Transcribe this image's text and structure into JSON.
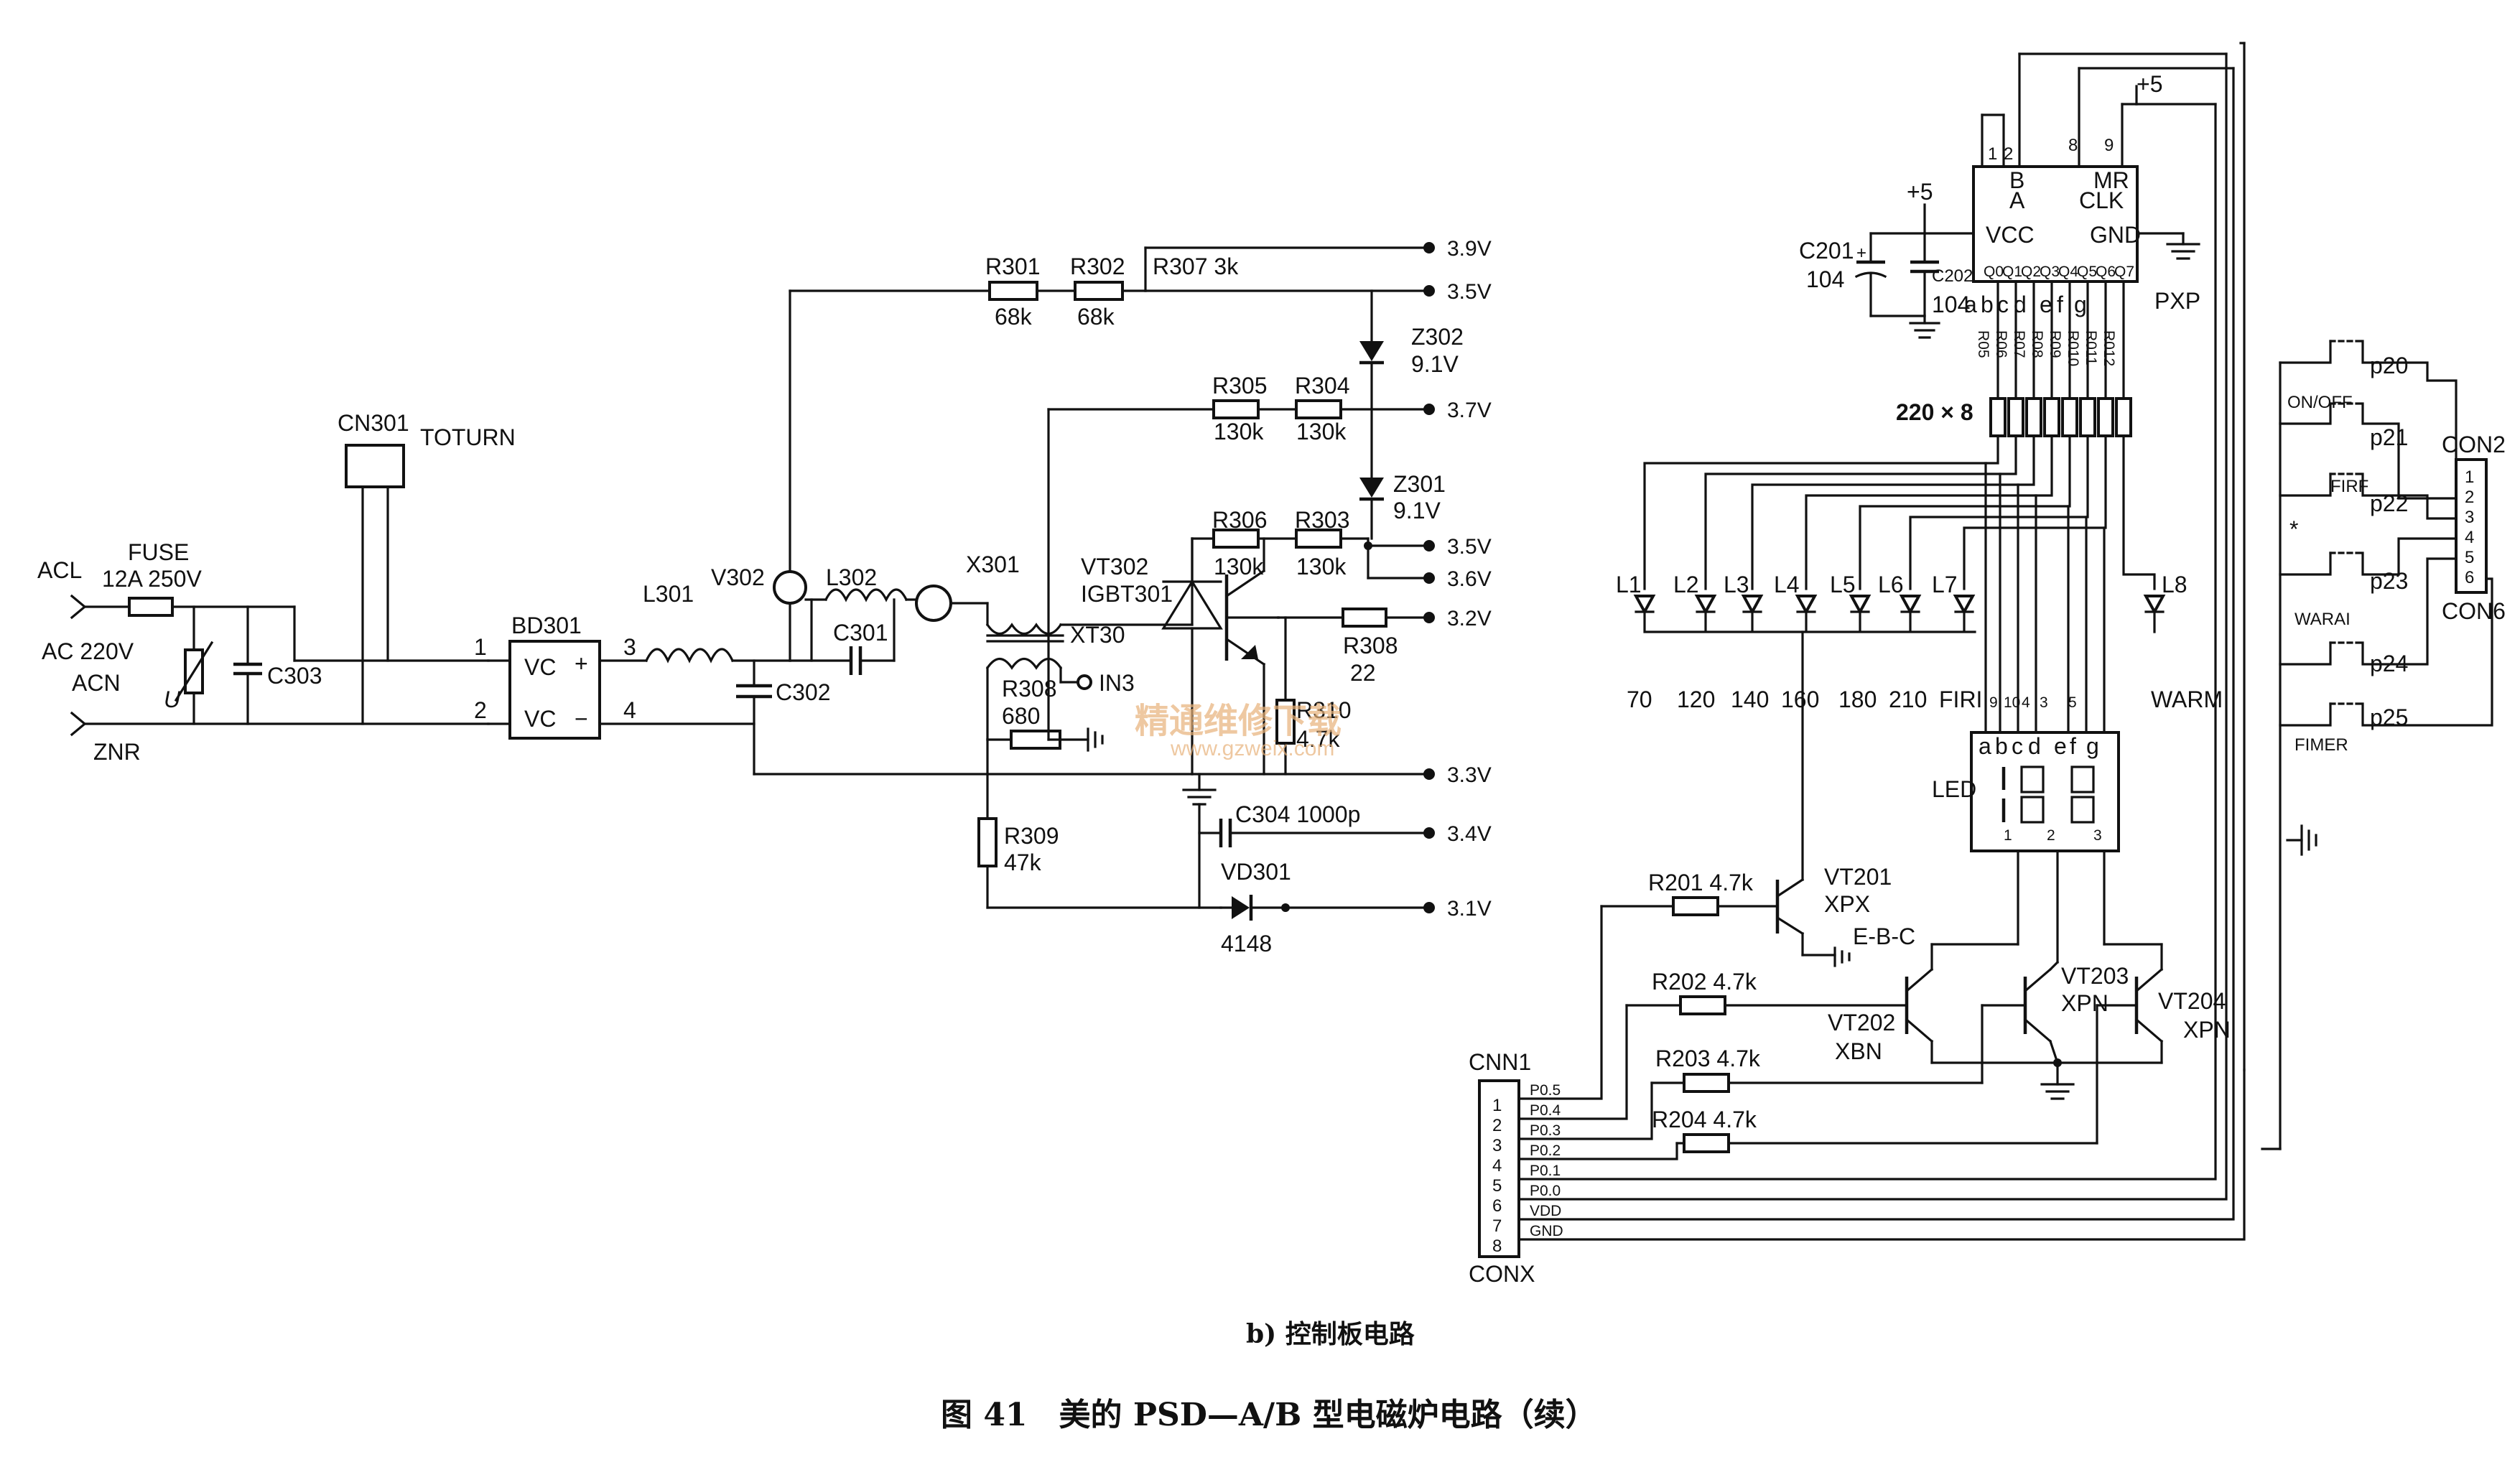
{
  "captions": {
    "sub": "b) 控制板电路",
    "main": "图 41　美的 PSD—A/B 型电磁炉电路（续）"
  },
  "watermark": {
    "cn": "精通维修下载",
    "url": "www.gzweix.com"
  },
  "labels": {
    "acl": "ACL",
    "ac220": "AC 220V",
    "acn": "ACN",
    "znr": "ZNR",
    "fuse": "FUSE",
    "fuse_val": "12A 250V",
    "c303": "C303",
    "cn301": "CN301",
    "toturn": "TOTURN",
    "bd301": "BD301",
    "vc1": "VC",
    "vc2": "VC",
    "plus": "+",
    "minus": "−",
    "p1": "1",
    "p2": "2",
    "p3": "3",
    "p4": "4",
    "l301": "L301",
    "v302": "V302",
    "l302": "L302",
    "c301": "C301",
    "c302": "C302",
    "x301": "X301",
    "xt30": "XT30",
    "vt302": "VT302",
    "igbt": "IGBT301",
    "r301": "R301",
    "r301v": "68k",
    "r302": "R302",
    "r302v": "68k",
    "r307": "R307 3k",
    "z302": "Z302",
    "z302v": "9.1V",
    "r305": "R305",
    "r305v": "130k",
    "r304": "R304",
    "r304v": "130k",
    "z301": "Z301",
    "z301v": "9.1V",
    "r306": "R306",
    "r306v": "130k",
    "r303": "R303",
    "r303v": "130k",
    "r308a": "R308",
    "r308av": "22",
    "r310": "R310",
    "r310v": "4.7k",
    "r308b": "R308",
    "r308bv": "680",
    "in3": "IN3",
    "r309": "R309",
    "r309v": "47k",
    "c304": "C304 1000p",
    "vd301": "VD301",
    "vd301v": "4148"
  },
  "terminals": [
    "3.9V",
    "3.5V",
    "3.7V",
    "3.5V",
    "3.6V",
    "3.2V",
    "3.3V",
    "3.4V",
    "3.1V"
  ],
  "right": {
    "ic_pins_top": [
      "2",
      "1",
      "8",
      "9"
    ],
    "plus5": "+5",
    "plus5b": "+5",
    "ic_b": "B",
    "ic_a": "A",
    "ic_mr": "MR",
    "ic_clk": "CLK",
    "ic_vcc": "VCC",
    "ic_gnd": "GND",
    "pxp": "PXP",
    "ic_out": [
      "Q0",
      "Q1",
      "Q2",
      "Q3",
      "Q4",
      "Q5",
      "Q6",
      "Q7"
    ],
    "c201": "C201",
    "c201v": "104",
    "c202": "C202",
    "c202v": "104",
    "seg_letters": [
      "a",
      "b",
      "c",
      "d",
      "e",
      "f",
      "g"
    ],
    "seg_letters2": [
      "a",
      "b",
      "c",
      "d",
      "e",
      "f",
      "g"
    ],
    "res_names": [
      "R05",
      "R06",
      "R07",
      "R08",
      "R09",
      "R010",
      "R011",
      "R012"
    ],
    "r220": "220 × 8",
    "leds": [
      "L1",
      "L2",
      "L3",
      "L4",
      "L5",
      "L6",
      "L7",
      "L8"
    ],
    "led_vals": [
      "70",
      "120",
      "140",
      "160",
      "180",
      "210",
      "FIRI",
      "WARM"
    ],
    "led": "LED",
    "digits": [
      "1",
      "2",
      "3"
    ],
    "dig_pins": [
      "9",
      "10",
      "4",
      "3",
      "5"
    ],
    "vt201": "VT201",
    "xpx": "XPX",
    "ebc": "E-B-C",
    "vt202": "VT202",
    "xbn": "XBN",
    "vt203": "VT203",
    "xpn1": "XPN",
    "vt204": "VT204",
    "xpn2": "XPN",
    "r201": "R201 4.7k",
    "r202": "R202 4.7k",
    "r203": "R203 4.7k",
    "r204": "R204 4.7k",
    "cnn1": "CNN1",
    "conx": "CONX",
    "cnn_pins": [
      "1",
      "2",
      "3",
      "4",
      "5",
      "6",
      "7",
      "8"
    ],
    "cnn_sigs": [
      "P0.5",
      "P0.4",
      "P0.3",
      "P0.2",
      "P0.1",
      "P0.0",
      "VDD",
      "GND"
    ],
    "con2": "CON2",
    "con6": "CON6",
    "con_pins": [
      "1",
      "2",
      "3",
      "4",
      "5",
      "6"
    ],
    "sw_p": [
      "p20",
      "p21",
      "p22",
      "p23",
      "p24",
      "p25"
    ],
    "sw_names": [
      "ON/OFF",
      "FIRF",
      "WARAI",
      "FIMER"
    ],
    "star": "*"
  }
}
